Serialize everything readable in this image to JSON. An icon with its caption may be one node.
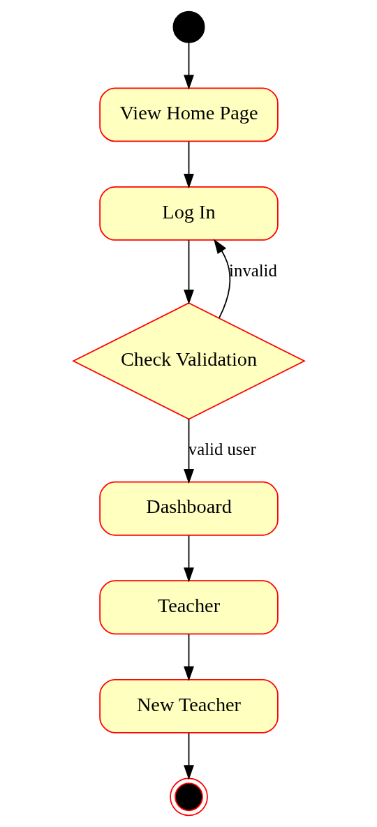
{
  "diagram": {
    "nodes": [
      {
        "text": [],
        "shape": "circle"
      },
      {
        "text": [
          "View Home Page"
        ]
      },
      {
        "text": [
          "Log In"
        ]
      },
      {
        "text": [
          "Check Validation"
        ]
      },
      {
        "text": [
          "Dashboard"
        ]
      },
      {
        "text": [
          "Teacher"
        ]
      },
      {
        "text": [
          "New Teacher"
        ]
      },
      {
        "text": [],
        "shape": "bullseye"
      }
    ],
    "edges": [
      {
        "from": 0,
        "to": 1,
        "arrow": "to"
      },
      {
        "from": 1,
        "to": 2,
        "arrow": "to"
      },
      {
        "from": 2,
        "to": 3,
        "arrow": "to"
      },
      {
        "from": 3,
        "to": 2,
        "arrow": "to",
        "label": "invalid"
      },
      {
        "from": 3,
        "to": 4,
        "arrow": "to",
        "label": "valid user"
      },
      {
        "from": 4,
        "to": 5,
        "arrow": "to"
      },
      {
        "from": 5,
        "to": 6,
        "arrow": "to"
      },
      {
        "from": 6,
        "to": 7,
        "arrow": "to"
      }
    ]
  }
}
